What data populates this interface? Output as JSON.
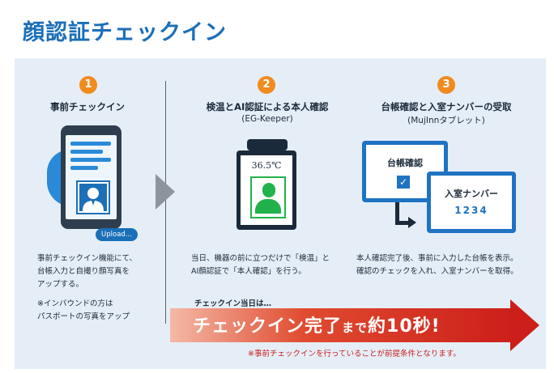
{
  "title": "顔認証チェックイン",
  "steps": [
    {
      "number": "1",
      "heading": "事前チェックイン",
      "sub": "",
      "desc": [
        "事前チェックイン機能にて、",
        "台帳入力と自撮り顔写真を",
        "アップする。"
      ],
      "note": [
        "※インバウンドの方は",
        "パスポートの写真をアップ"
      ],
      "upload_label": "Upload..."
    },
    {
      "number": "2",
      "heading": "検温とAI認証による本人確認",
      "sub": "(EG-Keeper)",
      "desc": [
        "当日、機器の前に立つだけで「検温」と",
        "AI顔認証で「本人確認」を行う。"
      ],
      "temperature": "36.5℃"
    },
    {
      "number": "3",
      "heading": "台帳確認と入室ナンバーの受取",
      "sub": "(MujInnタブレット)",
      "desc": [
        "本人確認完了後、事前に入力した台帳を表示。",
        "確認のチェックを入れ、入室ナンバーを取得。"
      ],
      "tablet1_label": "台帳確認",
      "tablet2_label": "入室ナンバー",
      "room_number": "1234"
    }
  ],
  "banner": {
    "lead": "チェックイン当日は…",
    "main": "チェックイン完了",
    "mid": "まで",
    "end": "約10秒!",
    "note": "※事前チェックインを行っていることが前提条件となります。"
  },
  "colors": {
    "accent": "#1a6fb8",
    "number_badge": "#f08c1e",
    "banner_red": "#cc1f1a",
    "face_green": "#22b24c"
  }
}
